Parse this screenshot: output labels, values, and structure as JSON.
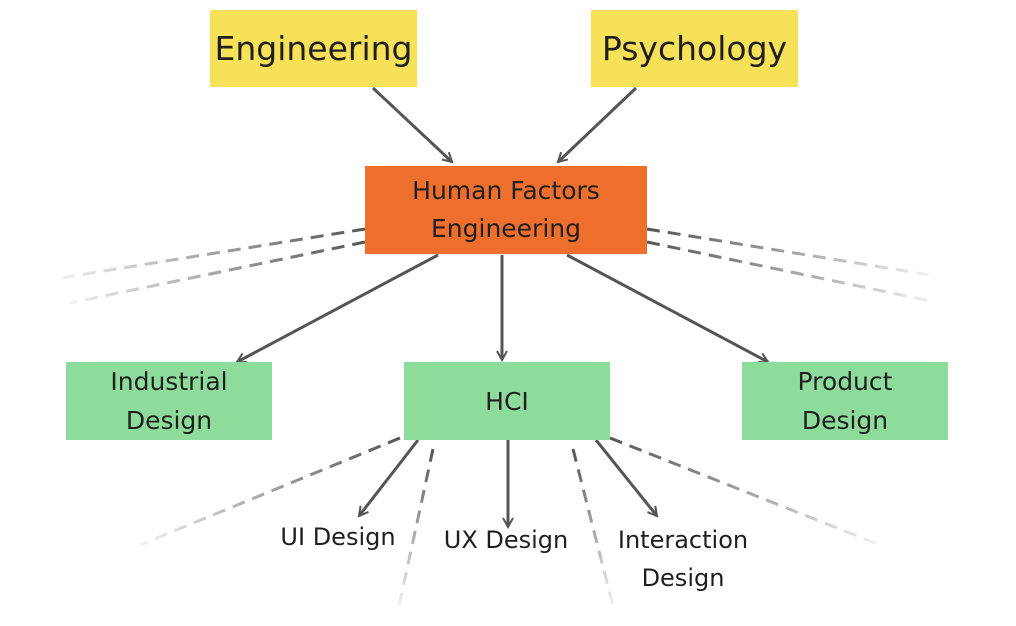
{
  "top_nodes": [
    {
      "label": "Engineering",
      "color": "#f7e159"
    },
    {
      "label": "Psychology",
      "color": "#f7e159"
    }
  ],
  "center_node": {
    "label": "Human Factors\nEngineering",
    "color": "#ee6f2d"
  },
  "mid_nodes": [
    {
      "label": "Industrial\nDesign",
      "color": "#8edc9b"
    },
    {
      "label": "HCI",
      "color": "#8edc9b"
    },
    {
      "label": "Product\nDesign",
      "color": "#8edc9b"
    }
  ],
  "leaf_nodes": [
    {
      "label": "UI Design"
    },
    {
      "label": "UX Design"
    },
    {
      "label": "Interaction\nDesign"
    }
  ],
  "edges": [
    {
      "from": "Engineering",
      "to": "Human Factors Engineering"
    },
    {
      "from": "Psychology",
      "to": "Human Factors Engineering"
    },
    {
      "from": "Human Factors Engineering",
      "to": "Industrial Design"
    },
    {
      "from": "Human Factors Engineering",
      "to": "HCI"
    },
    {
      "from": "Human Factors Engineering",
      "to": "Product Design"
    },
    {
      "from": "HCI",
      "to": "UI Design"
    },
    {
      "from": "HCI",
      "to": "UX Design"
    },
    {
      "from": "HCI",
      "to": "Interaction Design"
    }
  ],
  "colors": {
    "arrow": "#555555",
    "dashed": "#555555"
  }
}
